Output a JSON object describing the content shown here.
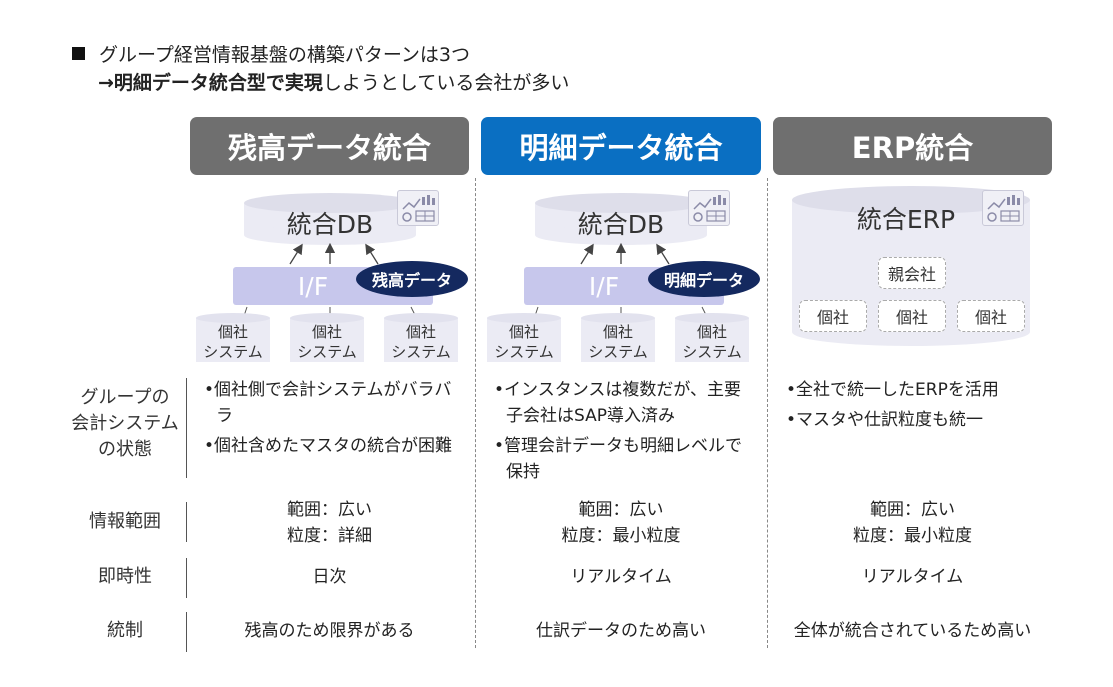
{
  "heading": {
    "line1": "グループ経営情報基盤の構築パターンは3つ",
    "line2_bold": "→明細データ統合型で実現",
    "line2_rest": "しようとしている会社が多い"
  },
  "columns": [
    {
      "title": "残高データ統合",
      "db_label": "統合DB",
      "if_label": "I/F",
      "badge": "残高データ",
      "systems": [
        {
          "line1": "個社",
          "line2": "システム"
        },
        {
          "line1": "個社",
          "line2": "システム"
        },
        {
          "line1": "個社",
          "line2": "システム"
        }
      ],
      "state": [
        "個社側で会計システムがバラバラ",
        "個社含めたマスタの統合が困難"
      ],
      "range": [
        "範囲：広い",
        "粒度：詳細"
      ],
      "timeliness": "日次",
      "control": "残高のため限界がある"
    },
    {
      "title": "明細データ統合",
      "db_label": "統合DB",
      "if_label": "I/F",
      "badge": "明細データ",
      "systems": [
        {
          "line1": "個社",
          "line2": "システム"
        },
        {
          "line1": "個社",
          "line2": "システム"
        },
        {
          "line1": "個社",
          "line2": "システム"
        }
      ],
      "state": [
        "インスタンスは複数だが、主要子会社はSAP導入済み",
        "管理会計データも明細レベルで保持"
      ],
      "range": [
        "範囲：広い",
        "粒度：最小粒度"
      ],
      "timeliness": "リアルタイム",
      "control": "仕訳データのため高い"
    },
    {
      "title": "ERP統合",
      "erp_label": "統合ERP",
      "parent": "親会社",
      "subs": [
        "個社",
        "個社",
        "個社"
      ],
      "state": [
        "全社で統一したERPを活用",
        "マスタや仕訳粒度も統一"
      ],
      "range": [
        "範囲：広い",
        "粒度：最小粒度"
      ],
      "timeliness": "リアルタイム",
      "control": "全体が統合されているため高い"
    }
  ],
  "row_labels": {
    "state": "グループの会計システムの状態",
    "state_lines": [
      "グループの",
      "会計システム",
      "の状態"
    ],
    "range": "情報範囲",
    "timeliness": "即時性",
    "control": "統制"
  },
  "colors": {
    "header_gray": "#6f6f6f",
    "header_blue": "#0a6fc2",
    "badge": "#14295f",
    "if_bar": "#c7c7ec"
  },
  "icons": {
    "dashboard": "dashboard-chart-icon",
    "arrow": "arrow-up-icon"
  }
}
